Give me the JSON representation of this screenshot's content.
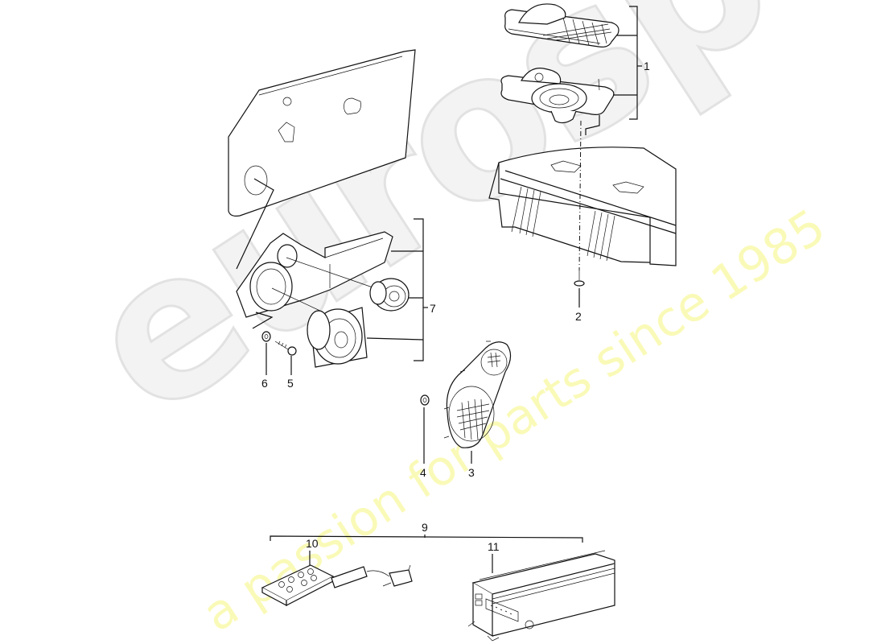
{
  "diagram": {
    "type": "exploded parts diagram",
    "subject": "Sound system / loudspeakers and amplifier",
    "callouts": [
      {
        "id": "1",
        "label": "1",
        "part": "dashboard speaker assembly (grille + speaker)"
      },
      {
        "id": "2",
        "label": "2",
        "part": "screw (dashboard speaker)"
      },
      {
        "id": "3",
        "label": "3",
        "part": "speaker cover / grille"
      },
      {
        "id": "4",
        "label": "4",
        "part": "washer / grommet"
      },
      {
        "id": "5",
        "label": "5",
        "part": "screw"
      },
      {
        "id": "6",
        "label": "6",
        "part": "washer"
      },
      {
        "id": "7",
        "label": "7",
        "part": "door speaker set (housing, tweeter, woofer)"
      },
      {
        "id": "9",
        "label": "9",
        "part": "amplifier kit"
      },
      {
        "id": "10",
        "label": "10",
        "part": "remote control / keypad with cable"
      },
      {
        "id": "11",
        "label": "11",
        "part": "amplifier unit"
      }
    ]
  },
  "watermark": {
    "logo": "eurospares",
    "tagline": "a passion for parts since 1985",
    "logo_color": "#e6e6e6",
    "tagline_color": "#f5f5a0"
  }
}
